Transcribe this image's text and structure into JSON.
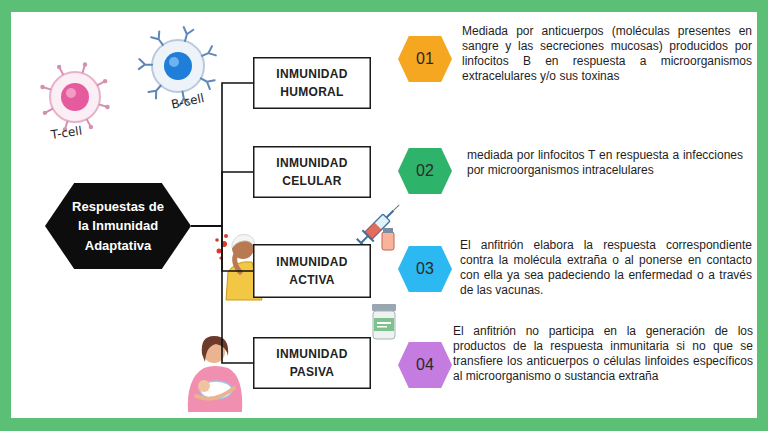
{
  "diagram": {
    "nodes": [
      {
        "text": [
          "Respuestas de la Inmunidad Adaptativa"
        ]
      },
      {
        "text": [
          "INMUNIDAD HUMORAL"
        ]
      },
      {
        "text": [
          "01"
        ]
      },
      {
        "text": [
          "INMUNIDAD CELULAR"
        ]
      },
      {
        "text": [
          "02"
        ]
      },
      {
        "text": [
          "INMUNIDAD ACTIVA"
        ]
      },
      {
        "text": [
          "03"
        ]
      },
      {
        "text": [
          "INMUNIDAD PASIVA"
        ]
      },
      {
        "text": [
          "04"
        ]
      }
    ],
    "edges": [
      {
        "from": 0,
        "to": 1,
        "arrow": "none"
      },
      {
        "from": 0,
        "to": 3,
        "arrow": "none"
      },
      {
        "from": 0,
        "to": 5,
        "arrow": "none"
      },
      {
        "from": 0,
        "to": 7,
        "arrow": "none"
      }
    ],
    "labels": [
      "T-cell",
      "B-cell",
      "Mediada por anticuerpos (moléculas presentes en sangre y las secreciones mucosas) producidos por linfocitos B en respuesta a microorganismos extracelulares y/o sus toxinas",
      "mediada por linfocitos T en respuesta a infecciones por microorganismos intracelulares",
      "El anfitrión elabora la respuesta correspondiente contra la molécula extraña o al ponerse en contacto con ella ya sea padeciendo la enfermedad o a través de las vacunas.",
      "El anfitrión no participa en la generación de los productos de la respuesta inmunitaria si no que se transfiere los anticuerpos o células linfoides específicos al microorganismo o sustancia extraña"
    ]
  }
}
